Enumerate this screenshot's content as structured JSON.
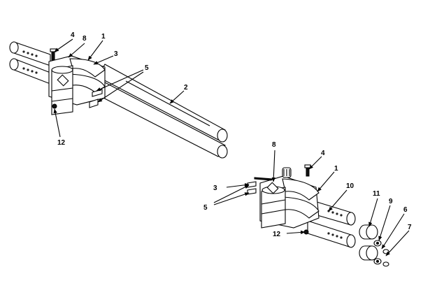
{
  "diagram": {
    "assembly_upper": {
      "callouts": [
        "4",
        "8",
        "1",
        "3",
        "5",
        "2",
        "12"
      ]
    },
    "assembly_lower": {
      "callouts": [
        "8",
        "4",
        "1",
        "3",
        "10",
        "5",
        "11",
        "9",
        "6",
        "7",
        "12"
      ]
    }
  }
}
